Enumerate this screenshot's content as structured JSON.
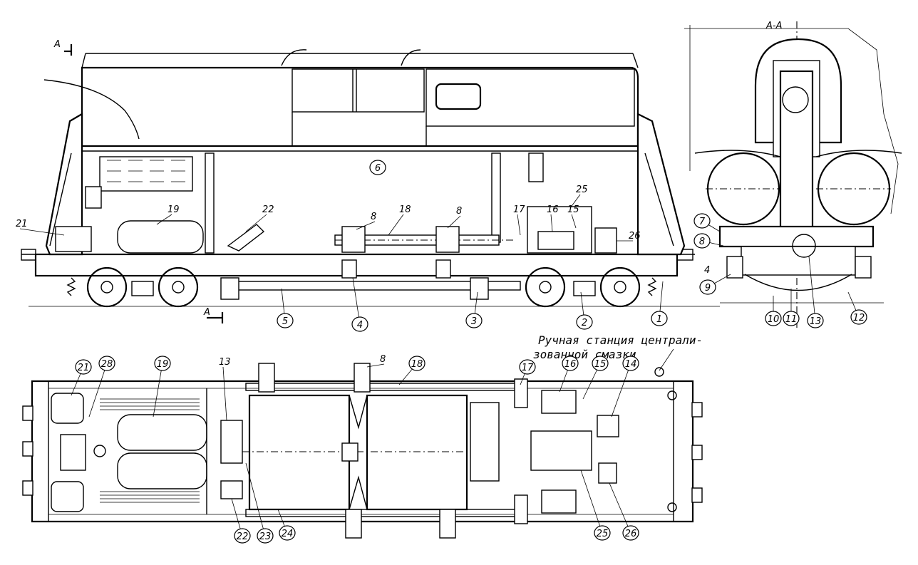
{
  "section_label": "А-А",
  "section_marker_left": "А",
  "note_line1": "Ручная станция централи-",
  "note_line2": "зованной смазки",
  "callouts_side": [
    "1",
    "2",
    "3",
    "4",
    "5",
    "6"
  ],
  "labels_side": [
    "8",
    "8",
    "15",
    "16",
    "17",
    "18",
    "19",
    "21",
    "22",
    "25",
    "26"
  ],
  "callouts_section": [
    "7",
    "8",
    "9",
    "10",
    "11",
    "13",
    "12"
  ],
  "label_section_4": "4",
  "callouts_plan": [
    "17",
    "16",
    "15",
    "14",
    "21",
    "28",
    "19",
    "18",
    "22",
    "23",
    "24",
    "25",
    "26"
  ],
  "labels_plan": [
    "13",
    "8"
  ]
}
